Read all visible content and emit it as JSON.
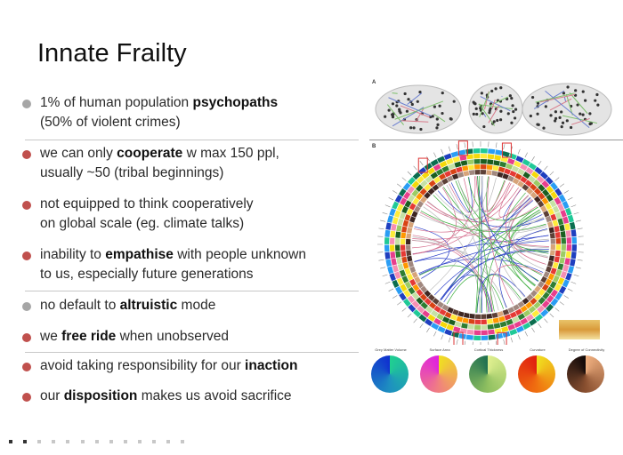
{
  "slide": {
    "title": "Innate Frailty",
    "bullets": [
      {
        "parts": [
          "1% of human population ",
          "psychopaths",
          ""
        ],
        "line2": "(50% of violent crimes)",
        "dot_color": "#a6a6a6"
      },
      {
        "parts": [
          "we can only ",
          "cooperate",
          " w max 150 ppl,"
        ],
        "line2": "usually ~50 (tribal beginnings)",
        "dot_color": "#c0504d"
      },
      {
        "parts": [
          "not equipped to think cooperatively",
          "",
          ""
        ],
        "line2": "on global scale (eg. climate talks)",
        "dot_color": "#c0504d"
      },
      {
        "parts": [
          "inability to ",
          "empathise",
          " with people unknown"
        ],
        "line2": "to us, especially future generations",
        "dot_color": "#c0504d"
      },
      {
        "parts": [
          "no default to ",
          "altruistic",
          " mode"
        ],
        "line2": "",
        "dot_color": "#a6a6a6"
      },
      {
        "parts": [
          "we ",
          "free ride",
          " when unobserved"
        ],
        "line2": "",
        "dot_color": "#c0504d"
      },
      {
        "parts": [
          "avoid taking responsibility for our ",
          "inaction",
          ""
        ],
        "line2": "",
        "dot_color": "#c0504d"
      },
      {
        "parts": [
          "our ",
          "disposition",
          " makes us avoid sacrifice"
        ],
        "line2": "",
        "dot_color": "#c0504d"
      }
    ]
  },
  "figure": {
    "panel_a": "A",
    "panel_b": "B",
    "legends": [
      "Grey Matter Volume",
      "Surface Area",
      "Cortical Thickness",
      "Curvature",
      "Degree of Connectivity"
    ]
  },
  "colors": {
    "accent_red": "#c0504d",
    "grey": "#a6a6a6"
  }
}
